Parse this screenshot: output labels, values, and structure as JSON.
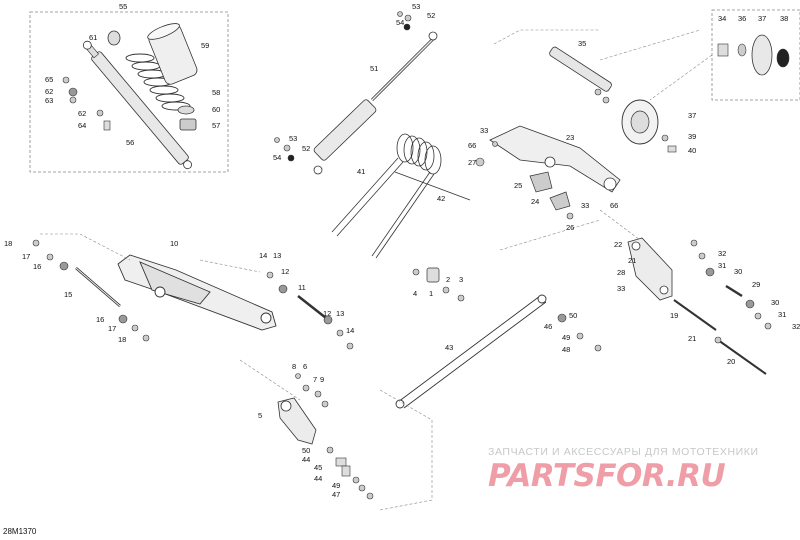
{
  "diagram_code": "28M1370",
  "watermark": {
    "caption": "ЗАПЧАСТИ И АКСЕССУАРЫ ДЛЯ МОТОТЕХНИКИ",
    "brand": "PARTSFOR.RU"
  },
  "callouts": {
    "c55": "55",
    "c61": "61",
    "c59": "59",
    "c58": "58",
    "c60": "60",
    "c57": "57",
    "c56": "56",
    "c65": "65",
    "c62a": "62",
    "c63": "63",
    "c62b": "62",
    "c64": "64",
    "c53a": "53",
    "c52a": "52",
    "c54a": "54",
    "c51": "51",
    "c53b": "53",
    "c52b": "52",
    "c54b": "54",
    "c41": "41",
    "c42": "42",
    "c4": "4",
    "c1": "1",
    "c2": "2",
    "c3": "3",
    "c43": "43",
    "c35": "35",
    "c34": "34",
    "c36": "36",
    "c37a": "37",
    "c38": "38",
    "c37b": "37",
    "c39": "39",
    "c40": "40",
    "c33a": "33",
    "c66a": "66",
    "c27": "27",
    "c23": "23",
    "c25": "25",
    "c24": "24",
    "c33b": "33",
    "c66b": "66",
    "c26": "26",
    "c22": "22",
    "c21": "21",
    "c28": "28",
    "c33c": "33",
    "c32a": "32",
    "c31a": "31",
    "c30a": "30",
    "c29": "29",
    "c30b": "30",
    "c31b": "31",
    "c32b": "32",
    "c19": "19",
    "c21b": "21",
    "c20": "20",
    "c50a": "50",
    "c46": "46",
    "c49a": "49",
    "c48": "48",
    "c18a": "18",
    "c17a": "17",
    "c16a": "16",
    "c15": "15",
    "c16b": "16",
    "c17b": "17",
    "c18b": "18",
    "c10": "10",
    "c14a": "14",
    "c13a": "13",
    "c12a": "12",
    "c11": "11",
    "c12b": "12",
    "c13b": "13",
    "c14b": "14",
    "c8": "8",
    "c6": "6",
    "c7": "7",
    "c9": "9",
    "c5": "5",
    "c50b": "50",
    "c44a": "44",
    "c45": "45",
    "c44b": "44",
    "c49b": "49",
    "c47": "47"
  }
}
